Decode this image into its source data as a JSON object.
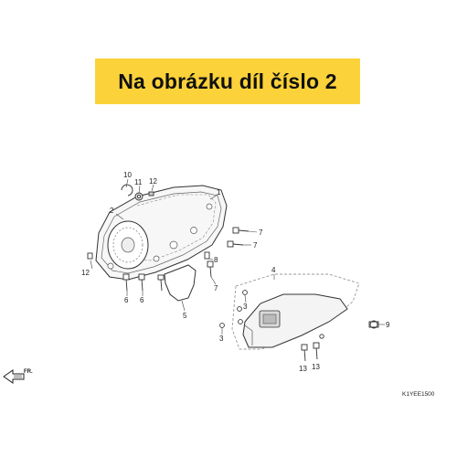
{
  "banner": {
    "text": "Na obrázku díl číslo 2"
  },
  "diagram": {
    "part_labels": [
      {
        "id": "label-10",
        "text": "10"
      },
      {
        "id": "label-11",
        "text": "11"
      },
      {
        "id": "label-12-top",
        "text": "12"
      },
      {
        "id": "label-1",
        "text": "1"
      },
      {
        "id": "label-2",
        "text": "2"
      },
      {
        "id": "label-7-a",
        "text": "7"
      },
      {
        "id": "label-7-b",
        "text": "7"
      },
      {
        "id": "label-8",
        "text": "8"
      },
      {
        "id": "label-12-left",
        "text": "12"
      },
      {
        "id": "label-6-a",
        "text": "6"
      },
      {
        "id": "label-6-b",
        "text": "6"
      },
      {
        "id": "label-7-c",
        "text": "7"
      },
      {
        "id": "label-5",
        "text": "5"
      },
      {
        "id": "label-4",
        "text": "4"
      },
      {
        "id": "label-3-a",
        "text": "3"
      },
      {
        "id": "label-3-b",
        "text": "3"
      },
      {
        "id": "label-9",
        "text": "9"
      },
      {
        "id": "label-13-a",
        "text": "13"
      },
      {
        "id": "label-13-b",
        "text": "13"
      }
    ],
    "direction_label": "FR.",
    "diagram_code": "K1YEE1500"
  }
}
